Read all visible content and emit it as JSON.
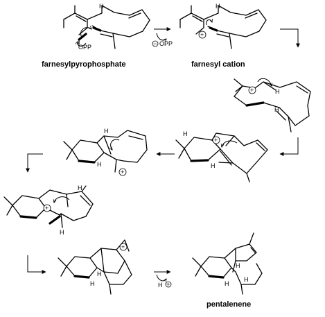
{
  "labels": {
    "compound_1": "farnesylpyrophosphate",
    "compound_2": "farnesyl cation",
    "product": "pentalenene"
  },
  "atoms": {
    "opp": "OPP",
    "h": "H",
    "leaving_group": "OPP",
    "proton": "H"
  },
  "charge_symbol": "+",
  "minus_symbol": "−"
}
